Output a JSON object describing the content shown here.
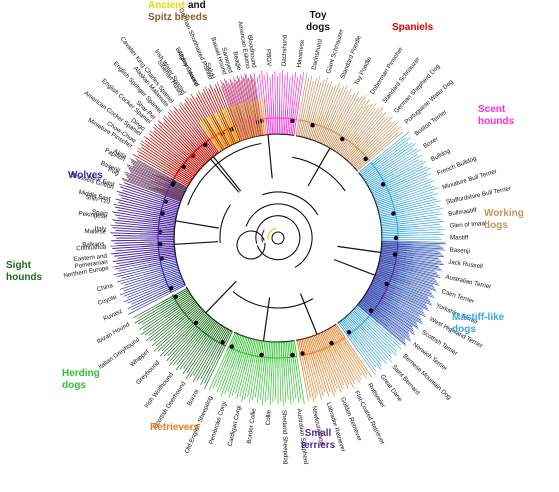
{
  "groups": [
    {
      "key": "ancient",
      "lines": [
        "Ancient",
        "Spitz breeds"
      ],
      "extra": "and",
      "color": "#b8860b",
      "lineColors": [
        "#e6d800",
        "#8b5a2b"
      ],
      "dark": "#7a4a20"
    },
    {
      "key": "toy",
      "lines": [
        "Toy",
        "dogs"
      ],
      "color": "#111111"
    },
    {
      "key": "spaniels",
      "lines": [
        "Spaniels"
      ],
      "color": "#e00000"
    },
    {
      "key": "scent",
      "lines": [
        "Scent",
        "hounds"
      ],
      "color": "#ff2bd6"
    },
    {
      "key": "working",
      "lines": [
        "Working",
        "dogs"
      ],
      "color": "#c8935a"
    },
    {
      "key": "mastiff",
      "lines": [
        "Mastiff-like",
        "dogs"
      ],
      "color": "#3aa7e0"
    },
    {
      "key": "smallterriers",
      "lines": [
        "Small",
        "terriers"
      ],
      "color": "#5b2a9c"
    },
    {
      "key": "retrievers",
      "lines": [
        "Retrievers"
      ],
      "color": "#f07a1a"
    },
    {
      "key": "herding",
      "lines": [
        "Herding",
        "dogs"
      ],
      "color": "#2fc42f"
    },
    {
      "key": "sight",
      "lines": [
        "Sight",
        "hounds"
      ],
      "color": "#1a6e1a"
    },
    {
      "key": "wolves",
      "lines": [
        "Wolves"
      ],
      "color": "#2b2bb0"
    }
  ],
  "labels": [
    {
      "t": "American Eskimo",
      "a": -100,
      "g": "ancient"
    },
    {
      "t": "Samoyed",
      "a": -106,
      "g": "ancient"
    },
    {
      "t": "Saluki",
      "a": -112,
      "g": "ancient"
    },
    {
      "t": "Afghan Hound",
      "a": -118,
      "g": "ancient"
    },
    {
      "t": "Siberian Husky",
      "a": -124,
      "g": "ancient"
    },
    {
      "t": "Alaskan Malamute",
      "a": -130,
      "g": "ancient"
    },
    {
      "t": "Shar-Pei",
      "a": -136,
      "g": "ancient"
    },
    {
      "t": "Dingo",
      "a": -141,
      "g": "ancient"
    },
    {
      "t": "Chow-Chow",
      "a": -146,
      "g": "ancient"
    },
    {
      "t": "Akita",
      "a": -152,
      "g": "ancient"
    },
    {
      "t": "Basenji",
      "a": -157,
      "g": "ancient"
    },
    {
      "t": "Near East",
      "a": -162,
      "g": "wolves"
    },
    {
      "t": "Middle East",
      "a": -167,
      "g": "wolves"
    },
    {
      "t": "Spain",
      "a": -172,
      "g": "wolves"
    },
    {
      "t": "Italy",
      "a": -177,
      "g": "wolves"
    },
    {
      "t": "Balkans,",
      "a": -182,
      "g": "wolves"
    },
    {
      "t": "Eastern and",
      "a": -186,
      "g": "wolves"
    },
    {
      "t": "Northern Europe",
      "a": -190,
      "g": "wolves"
    },
    {
      "t": "China",
      "a": -196,
      "g": "wolves"
    },
    {
      "t": "Coyote",
      "a": -200,
      "g": "wolves"
    },
    {
      "t": "Kuvasz",
      "a": -205,
      "g": "wolves"
    },
    {
      "t": "Ibizan Hound",
      "a": -210,
      "g": "sight"
    },
    {
      "t": "Italian Greyhound",
      "a": -216,
      "g": "sight"
    },
    {
      "t": "Whippet",
      "a": -221,
      "g": "sight"
    },
    {
      "t": "Greyhound",
      "a": -226,
      "g": "sight"
    },
    {
      "t": "Irish Wolfhound",
      "a": -232,
      "g": "sight"
    },
    {
      "t": "Scottish Deerhound",
      "a": -237,
      "g": "sight"
    },
    {
      "t": "Borzoi",
      "a": -242,
      "g": "sight"
    },
    {
      "t": "Old English Sheepdog",
      "a": -247,
      "g": "herding"
    },
    {
      "t": "Pembroke Corgi",
      "a": -252,
      "g": "herding"
    },
    {
      "t": "Cardigan Corgi",
      "a": -257,
      "g": "herding"
    },
    {
      "t": "Border Collie",
      "a": -262,
      "g": "herding"
    },
    {
      "t": "Collie",
      "a": -267,
      "g": "herding"
    },
    {
      "t": "Shetland Sheepdog",
      "a": -272,
      "g": "herding"
    },
    {
      "t": "Australian Shepherd",
      "a": -277,
      "g": "herding"
    },
    {
      "t": "Newfoundland",
      "a": -282,
      "g": "retrievers"
    },
    {
      "t": "Labrador Retriever",
      "a": -287,
      "g": "retrievers"
    },
    {
      "t": "Golden Retriever",
      "a": -292,
      "g": "retrievers"
    },
    {
      "t": "Flat-Coated Retriever",
      "a": -297,
      "g": "retrievers"
    },
    {
      "t": "Rottweiler",
      "a": -302,
      "g": "retrievers"
    },
    {
      "t": "Great Dane",
      "a": -307,
      "g": "mastiff"
    },
    {
      "t": "Saint Bernard",
      "a": -312,
      "g": "mastiff"
    },
    {
      "t": "Bernese Mountain Dog",
      "a": -317,
      "g": "mastiff"
    },
    {
      "t": "Norwich Terrier",
      "a": -322,
      "g": "smallterriers"
    },
    {
      "t": "Scottish Terrier",
      "a": -327,
      "g": "smallterriers"
    },
    {
      "t": "West Highland Terrier",
      "a": -332,
      "g": "smallterriers"
    },
    {
      "t": "Yorkshire Terrier",
      "a": -337,
      "g": "smallterriers"
    },
    {
      "t": "Cairn Terrier",
      "a": -342,
      "g": "smallterriers"
    },
    {
      "t": "Australian Terrier",
      "a": -347,
      "g": "smallterriers"
    },
    {
      "t": "Jack Russell",
      "a": -352,
      "g": "smallterriers"
    },
    {
      "t": "Basenji",
      "a": -356,
      "g": "smallterriers"
    },
    {
      "t": "Mastiff",
      "a": -360,
      "g": "mastiff"
    },
    {
      "t": "Glen of Imaal",
      "a": -364,
      "g": "mastiff"
    },
    {
      "t": "Bullmastiff",
      "a": -368,
      "g": "mastiff"
    },
    {
      "t": "Staffordshire Bull Terrier",
      "a": -372,
      "g": "mastiff"
    },
    {
      "t": "Miniature Bull Terrier",
      "a": -377,
      "g": "mastiff"
    },
    {
      "t": "French Bulldog",
      "a": -382,
      "g": "mastiff"
    },
    {
      "t": "Bulldog",
      "a": -387,
      "g": "mastiff"
    },
    {
      "t": "Boxer",
      "a": -392,
      "g": "mastiff"
    },
    {
      "t": "Boston Terrier",
      "a": -397,
      "g": "mastiff"
    },
    {
      "t": "Portuguese Water Dog",
      "a": -402,
      "g": "working"
    },
    {
      "t": "German Shepherd Dog",
      "a": -407,
      "g": "working"
    },
    {
      "t": "Standard Schnauzer",
      "a": -412,
      "g": "working"
    },
    {
      "t": "Doberman Pinscher",
      "a": -417,
      "g": "working"
    },
    {
      "t": "Toy Poodle",
      "a": -423,
      "g": "working"
    },
    {
      "t": "Standard Poodle",
      "a": -428,
      "g": "working"
    },
    {
      "t": "Giant Schnauzer",
      "a": -433,
      "g": "working"
    },
    {
      "t": "Dachshund",
      "a": -438,
      "g": "working"
    },
    {
      "t": "Havanese",
      "a": -443,
      "g": "scent"
    },
    {
      "t": "Dachshund",
      "a": -448,
      "g": "scent"
    },
    {
      "t": "PBGV",
      "a": -453,
      "g": "scent"
    },
    {
      "t": "Bloodhound",
      "a": -458,
      "g": "scent"
    },
    {
      "t": "Beagle",
      "a": -463,
      "g": "scent"
    },
    {
      "t": "Basset Hound",
      "a": -468,
      "g": "scent"
    },
    {
      "t": "German Shorthaired Pointer",
      "a": -473,
      "g": "spaniels"
    },
    {
      "t": "Brittany Spaniel",
      "a": -478,
      "g": "spaniels"
    },
    {
      "t": "Irish Water Spaniel",
      "a": -483,
      "g": "spaniels"
    },
    {
      "t": "Cavalier King Charles Spaniel",
      "a": -488,
      "g": "spaniels"
    },
    {
      "t": "English Springer Spaniel",
      "a": -493,
      "g": "spaniels"
    },
    {
      "t": "English Cocker Spaniel",
      "a": -498,
      "g": "spaniels"
    },
    {
      "t": "American Cocker Spaniel",
      "a": -503,
      "g": "spaniels"
    },
    {
      "t": "Miniature Pinscher",
      "a": -508,
      "g": "spaniels"
    },
    {
      "t": "Papillon",
      "a": -513,
      "g": "toy"
    },
    {
      "t": "Pug",
      "a": -518,
      "g": "toy"
    },
    {
      "t": "Brussels Griffon",
      "a": -523,
      "g": "toy"
    },
    {
      "t": "Shih-Tzu",
      "a": -528,
      "g": "toy"
    },
    {
      "t": "Pekingese",
      "a": -533,
      "g": "toy"
    },
    {
      "t": "Maltese",
      "a": -538,
      "g": "toy"
    },
    {
      "t": "Chihuahua",
      "a": -543,
      "g": "toy"
    },
    {
      "t": "Pomeranian",
      "a": -548,
      "g": "toy"
    }
  ]
}
